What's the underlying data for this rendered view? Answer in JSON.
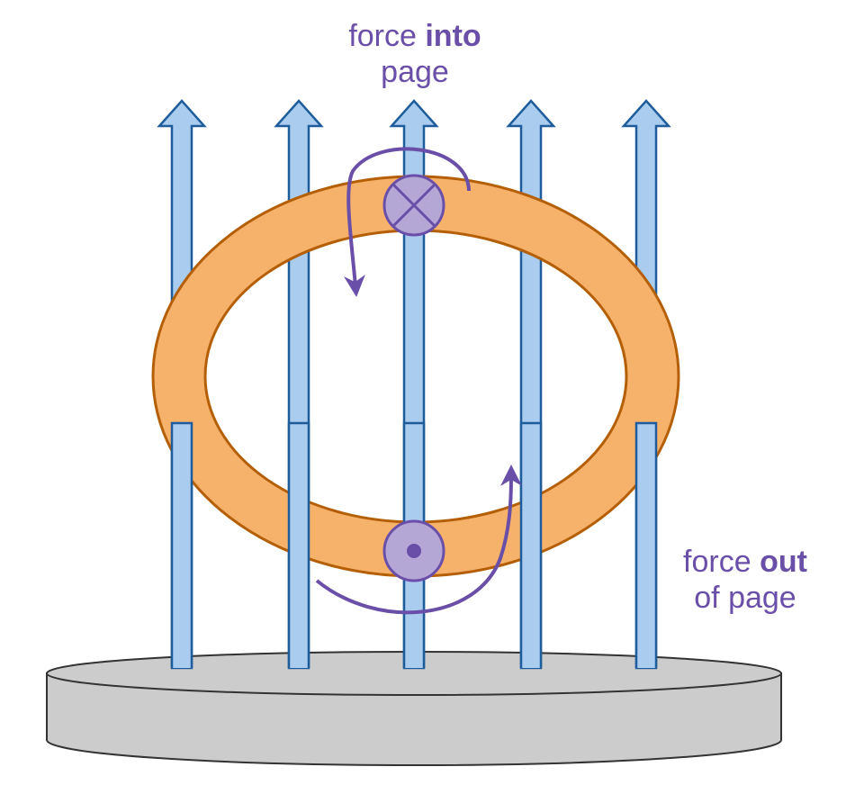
{
  "labels": {
    "into": {
      "word": "force",
      "emph": "into",
      "line2": "page"
    },
    "out": {
      "word": "force",
      "emph": "out",
      "line2": "of page"
    }
  },
  "symbols": {
    "top": "into-page-cross-icon",
    "bottom": "out-of-page-dot-icon"
  },
  "colors": {
    "field_fill": "#a9ccef",
    "field_stroke": "#1f5c9b",
    "ring_fill": "#f6b26b",
    "ring_stroke": "#b45f06",
    "force": "#6a4fa8",
    "force_fill": "#b4a7d6",
    "base_fill": "#cccccc",
    "base_stroke": "#333333"
  }
}
